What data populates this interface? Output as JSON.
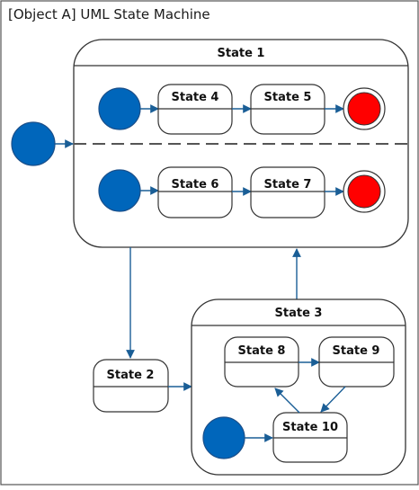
{
  "diagram": {
    "title": "[Object A] UML State Machine"
  },
  "states": {
    "state1": {
      "label": "State 1"
    },
    "state2": {
      "label": "State 2"
    },
    "state3": {
      "label": "State 3"
    },
    "state4": {
      "label": "State 4"
    },
    "state5": {
      "label": "State 5"
    },
    "state6": {
      "label": "State 6"
    },
    "state7": {
      "label": "State 7"
    },
    "state8": {
      "label": "State 8"
    },
    "state9": {
      "label": "State 9"
    },
    "state10": {
      "label": "State 10"
    }
  },
  "colors": {
    "initial_fill": "#0066bb",
    "initial_stroke": "#1a4f8a",
    "final_fill": "#ff0000",
    "transition": "#1a5e96",
    "state_stroke": "#333333",
    "frame_stroke": "#555555"
  }
}
